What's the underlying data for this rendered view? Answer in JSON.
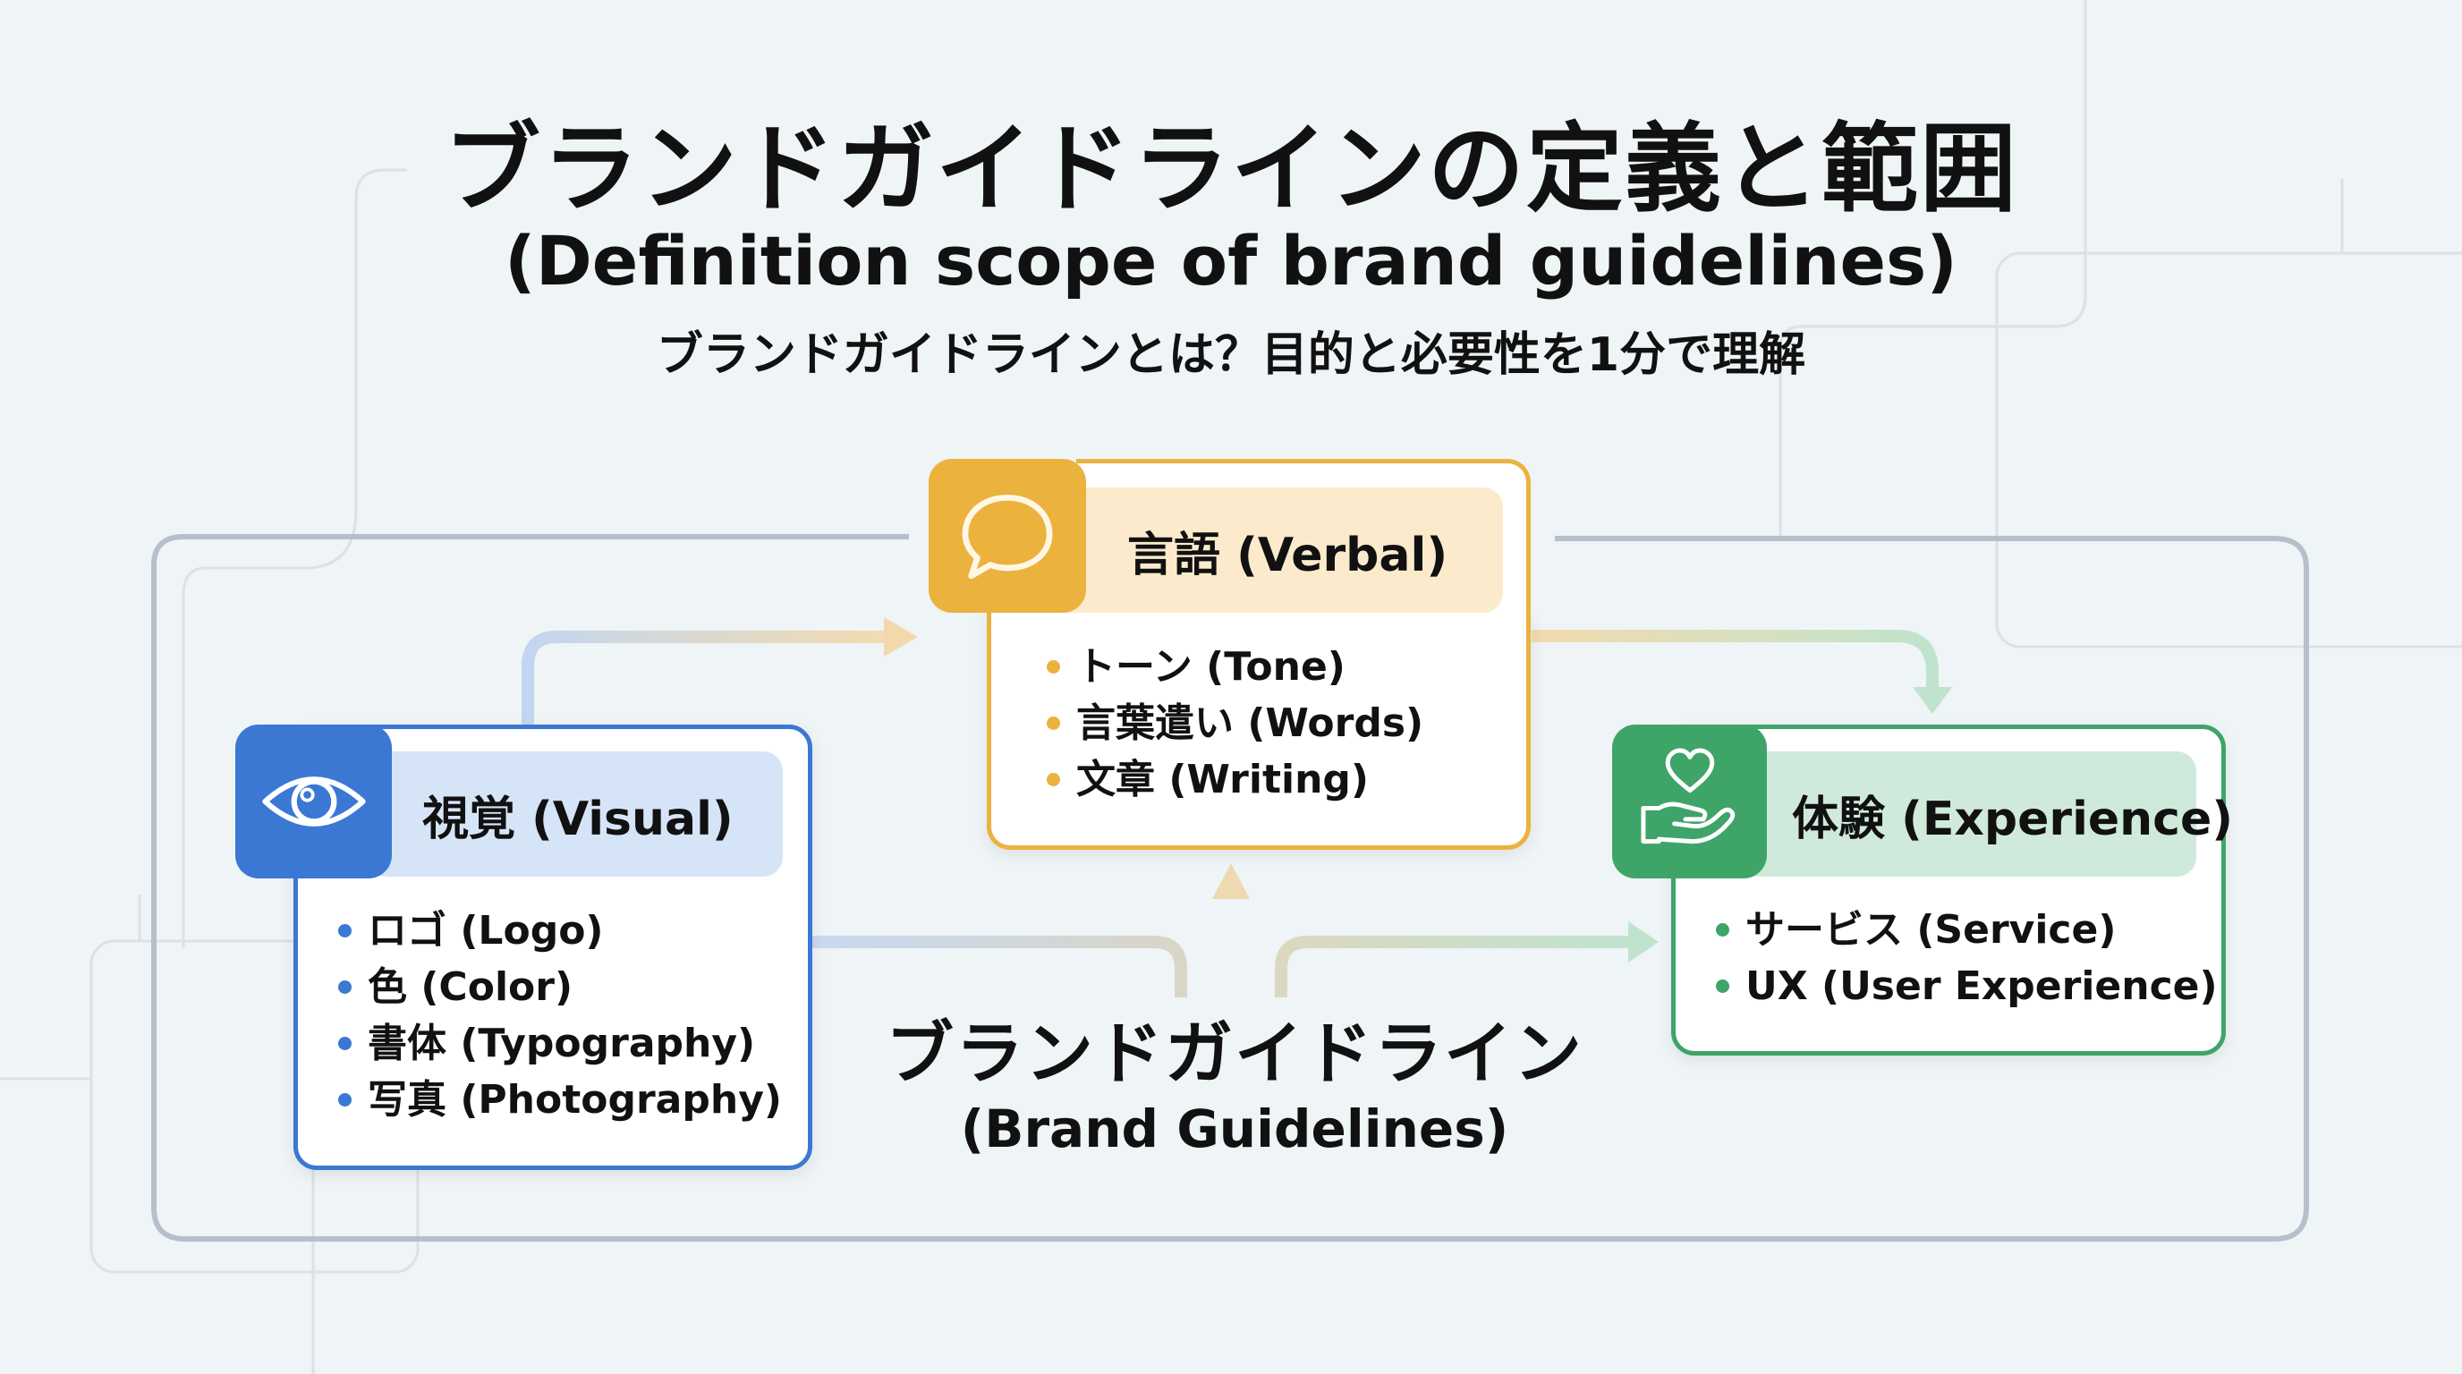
{
  "header": {
    "title_jp": "ブランドガイドラインの定義と範囲",
    "title_en": "(Definition scope of brand guidelines)",
    "subtitle": "ブランドガイドラインとは？目的と必要性を1分で理解"
  },
  "center": {
    "label_jp": "ブランドガイドライン",
    "label_en": "(Brand Guidelines)"
  },
  "cards": {
    "visual": {
      "icon": "eye-icon",
      "title": "視覚 (Visual)",
      "color": "#3a78d4",
      "band_color": "#d6e4f7",
      "items": [
        "ロゴ (Logo)",
        "色 (Color)",
        "書体 (Typography)",
        "写真 (Photography)"
      ]
    },
    "verbal": {
      "icon": "speech-bubble-icon",
      "title": "言語 (Verbal)",
      "color": "#ebb23e",
      "band_color": "#fbebcc",
      "items": [
        "トーン (Tone)",
        "言葉遣い (Words)",
        "文章 (Writing)"
      ]
    },
    "experience": {
      "icon": "heart-hand-icon",
      "title": "体験 (Experience)",
      "color": "#3fa468",
      "band_color": "#cfeadb",
      "items": [
        "サービス (Service)",
        "UX (User Experience)"
      ]
    }
  },
  "colors": {
    "background": "#eff4f6",
    "frame": "#b8c0cc",
    "deco_lines": "#dde1e8"
  }
}
